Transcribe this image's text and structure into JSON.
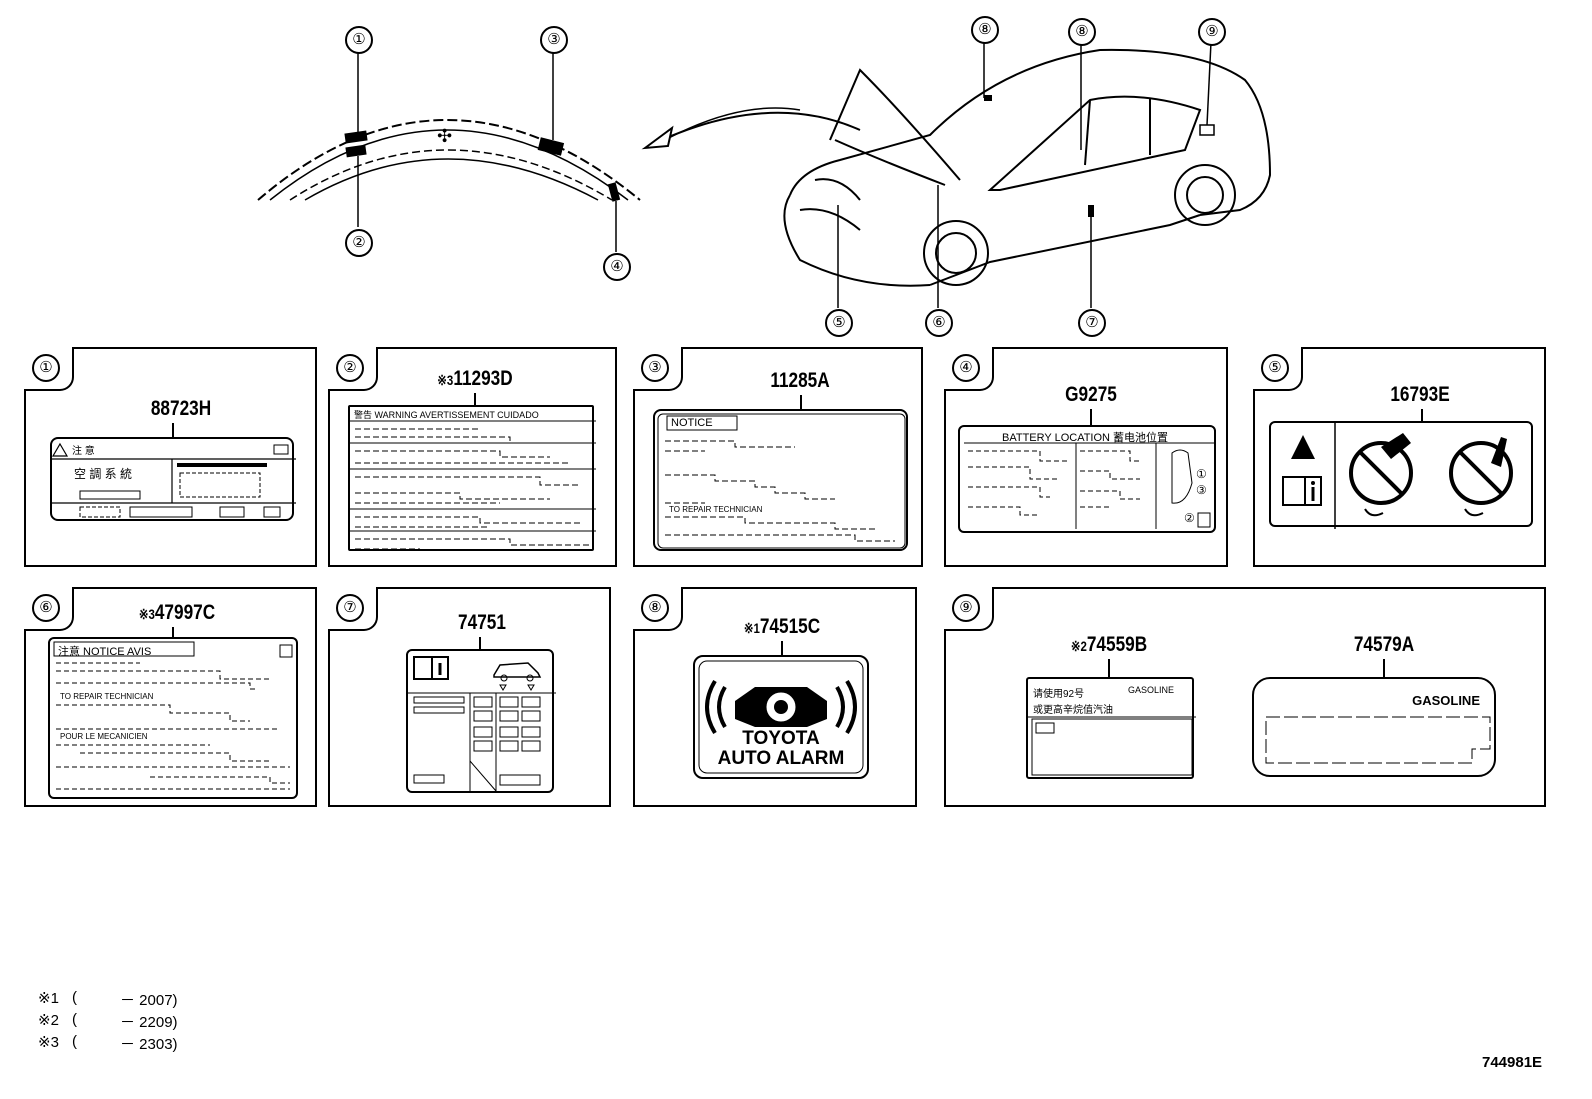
{
  "callouts": [
    "①",
    "②",
    "③",
    "④",
    "⑤",
    "⑥",
    "⑦",
    "⑧",
    "⑨"
  ],
  "panels": [
    {
      "num": "①",
      "part": "88723H",
      "texts": [
        "注 意",
        "空 調 系 統"
      ]
    },
    {
      "num": "②",
      "mark": "※3",
      "part": "11293D",
      "texts": [
        "警告  WARNING  AVERTISSEMENT  CUIDADO"
      ]
    },
    {
      "num": "③",
      "part": "11285A",
      "texts": [
        "NOTICE",
        "TO REPAIR TECHNICIAN"
      ]
    },
    {
      "num": "④",
      "part": "G9275",
      "texts": [
        "BATTERY LOCATION  蓄电池位置",
        "①",
        "③",
        "②"
      ]
    },
    {
      "num": "⑤",
      "part": "16793E",
      "texts": []
    },
    {
      "num": "⑥",
      "mark": "※3",
      "part": "47997C",
      "texts": [
        "注意  NOTICE  AVIS",
        "TO REPAIR TECHNICIAN",
        "POUR LE MECANICIEN"
      ]
    },
    {
      "num": "⑦",
      "part": "74751",
      "texts": []
    },
    {
      "num": "⑧",
      "mark": "※1",
      "part": "74515C",
      "texts": [
        "TOYOTA",
        "AUTO ALARM"
      ]
    },
    {
      "num": "⑨",
      "mark2": "※2",
      "part": "74559B",
      "part2": "74579A",
      "texts": [
        "请使用92号",
        "GASOLINE",
        "或更高辛烷值汽油",
        "GASOLINE"
      ]
    }
  ],
  "footnotes": [
    {
      "mark": "※1",
      "open": "(",
      "range": "－ 2007)"
    },
    {
      "mark": "※2",
      "open": "(",
      "range": "－ 2209)"
    },
    {
      "mark": "※3",
      "open": "(",
      "range": "－ 2303)"
    }
  ],
  "diagram_code": "744981E"
}
